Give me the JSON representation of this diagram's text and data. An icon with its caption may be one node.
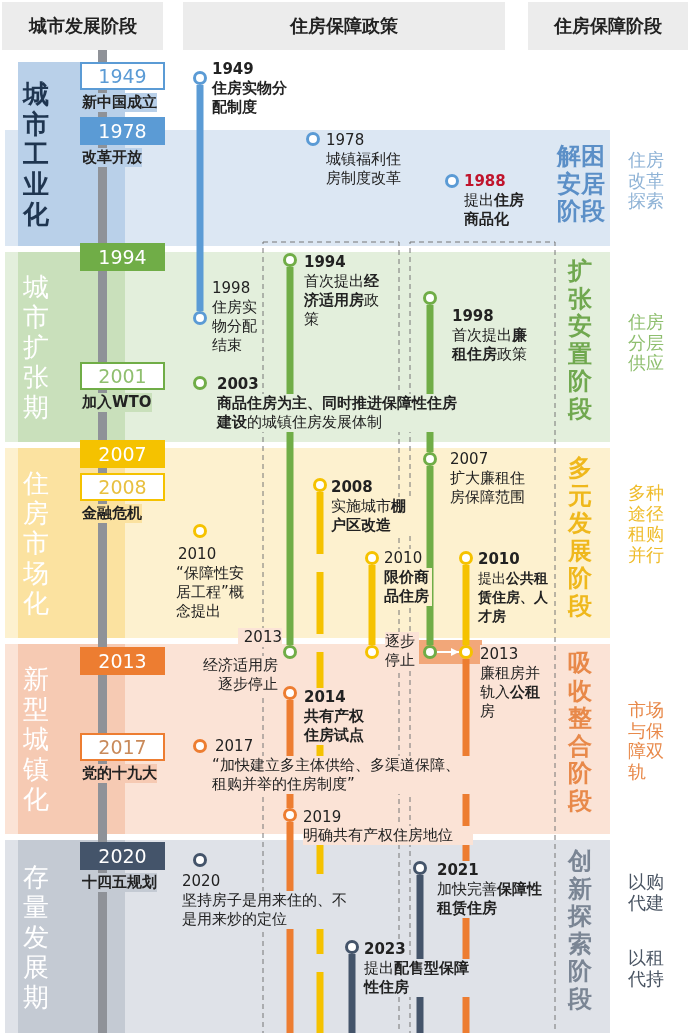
{
  "diagram": {
    "nodes": [
      {
        "text": [
          "城市发展阶段"
        ]
      },
      {
        "text": [
          "住房保障政策"
        ]
      },
      {
        "text": [
          "住房保障阶段"
        ]
      },
      {
        "text": [
          "解困安居阶段"
        ],
        "beside": [
          "住房改革探索"
        ]
      },
      {
        "text": [
          "扩张安置阶段"
        ],
        "beside": [
          "住房分层供应"
        ]
      },
      {
        "text": [
          "多元发展阶段"
        ],
        "beside": [
          "多种途径租购并行"
        ]
      },
      {
        "text": [
          "吸收整合阶段"
        ],
        "beside": [
          "市场与保障双轨"
        ]
      },
      {
        "text": [
          "创新探索阶段"
        ],
        "beside": [
          "以购代建",
          "以租代持"
        ]
      },
      {
        "text": [
          "城市工业化"
        ]
      },
      {
        "text": [
          "城市扩张期"
        ],
        "in": 4
      },
      {
        "text": [
          "住房市场化"
        ],
        "in": 5
      },
      {
        "text": [
          "新型城镇化"
        ],
        "in": 6
      },
      {
        "text": [
          "存量发展期"
        ],
        "in": 7
      },
      {
        "text": [
          "1949"
        ],
        "beside": [
          "新中国成立"
        ]
      },
      {
        "text": [
          "1978"
        ],
        "beside": [
          "改革开放"
        ]
      },
      {
        "text": [
          "1994"
        ]
      },
      {
        "text": [
          "2001"
        ],
        "beside": [
          "加入WTO"
        ],
        "in": 4
      },
      {
        "text": [
          "2007"
        ]
      },
      {
        "text": [
          "2008"
        ],
        "beside": [
          "金融危机"
        ],
        "in": 5
      },
      {
        "text": [
          "2013"
        ],
        "in": 6
      },
      {
        "text": [
          "2017"
        ],
        "beside": [
          "党的十九大"
        ],
        "in": 6
      },
      {
        "text": [
          "2020"
        ],
        "beside": [
          "十四五规划"
        ],
        "in": 7
      },
      {
        "text": [],
        "shape": "circle",
        "beside": [
          "1949",
          "住房实物分配制度"
        ]
      },
      {
        "text": [],
        "shape": "circle",
        "beside": [
          "1978",
          "城镇福利住房制度改革"
        ],
        "in": 3
      },
      {
        "text": [],
        "shape": "circle",
        "beside": [
          "1988",
          "提出**住房商品化**"
        ],
        "in": 3
      },
      {
        "text": [],
        "shape": "circle",
        "beside": [
          "1998",
          "住房实物分配结束"
        ],
        "in": 4
      },
      {
        "text": [],
        "shape": "circle",
        "beside": [
          "1994",
          "首次提出**经济适用房**政策"
        ],
        "in": 4
      },
      {
        "text": [],
        "shape": "circle",
        "beside": [
          "1998",
          "首次提出**廉租住房**政策"
        ],
        "in": 4
      },
      {
        "text": [],
        "shape": "circle",
        "beside": [
          "2003",
          "**商品住房为主、同时推进保障性住房建设**的城镇住房发展体制"
        ],
        "in": 4
      },
      {
        "text": [],
        "shape": "circle",
        "beside": [
          "2007",
          "扩大廉租住房保障范围"
        ],
        "in": 5
      },
      {
        "text": [],
        "shape": "circle",
        "beside": [
          "2008",
          "实施城市**棚户区改造**"
        ],
        "in": 5
      },
      {
        "text": [],
        "shape": "circle",
        "beside": [
          "2010",
          "“保障性安居工程”概念提出"
        ],
        "in": 5
      },
      {
        "text": [],
        "shape": "circle",
        "beside": [
          "2010",
          "限价商品住房"
        ],
        "in": 5
      },
      {
        "text": [],
        "shape": "circle",
        "beside": [
          "2010",
          "提出**公共租赁住房、人才房**"
        ],
        "in": 5
      },
      {
        "text": [],
        "shape": "circle",
        "beside": [
          "2013",
          "经济适用房逐步停止"
        ],
        "in": 6
      },
      {
        "text": [],
        "shape": "circle",
        "beside": [
          "逐步停止"
        ],
        "in": 6
      },
      {
        "text": [],
        "shape": "circle",
        "in": 6
      },
      {
        "text": [],
        "shape": "circle",
        "beside": [
          "2013",
          "廉租房并轨入**公租**房"
        ],
        "in": 6
      },
      {
        "text": [],
        "shape": "circle",
        "beside": [
          "2014",
          "共有产权住房试点"
        ],
        "in": 6
      },
      {
        "text": [],
        "shape": "circle",
        "beside": [
          "2017",
          "“加快建立多主体供给、多渠道保障、租购并举的住房制度”"
        ],
        "in": 6
      },
      {
        "text": [],
        "shape": "circle",
        "beside": [
          "2019",
          "明确共有产权住房地位"
        ],
        "in": 6
      },
      {
        "text": [],
        "shape": "circle",
        "beside": [
          "2020",
          "坚持房子是用来住的、不是用来炒的定位"
        ],
        "in": 7
      },
      {
        "text": [],
        "shape": "circle",
        "beside": [
          "2021",
          "加快完善**保障性租赁住房**"
        ],
        "in": 7
      },
      {
        "text": [],
        "shape": "circle",
        "beside": [
          "2023",
          "提出**配售型保障性住房**"
        ],
        "in": 7
      }
    ],
    "edges": [
      {
        "from": 22,
        "to": 25,
        "arrow": "none",
        "color": "#5b9bd5"
      },
      {
        "from": 26,
        "to": 34,
        "arrow": "none",
        "color": "#70ad47"
      },
      {
        "from": 27,
        "to": 29,
        "arrow": "none",
        "color": "#70ad47"
      },
      {
        "from": 29,
        "to": 36,
        "arrow": "none",
        "color": "#70ad47"
      },
      {
        "from": 36,
        "to": 37,
        "arrow": "to",
        "color": "#ffffff"
      },
      {
        "from": 30,
        "to": 7,
        "arrow": "none",
        "style": "dashed",
        "color": "#f5c200"
      },
      {
        "from": 32,
        "to": 35,
        "arrow": "none",
        "color": "#f5c200"
      },
      {
        "from": 33,
        "to": 37,
        "arrow": "none",
        "color": "#f5c200"
      },
      {
        "from": 37,
        "to": 7,
        "arrow": "none",
        "color": "#ed7d31"
      },
      {
        "from": 38,
        "to": 40,
        "arrow": "none",
        "color": "#ed7d31"
      },
      {
        "from": 40,
        "to": 7,
        "arrow": "none",
        "color": "#ed7d31"
      },
      {
        "from": 43,
        "to": null,
        "arrow": "none",
        "color": "#44546a"
      },
      {
        "from": 42,
        "to": null,
        "arrow": "none",
        "color": "#44546a"
      }
    ]
  }
}
